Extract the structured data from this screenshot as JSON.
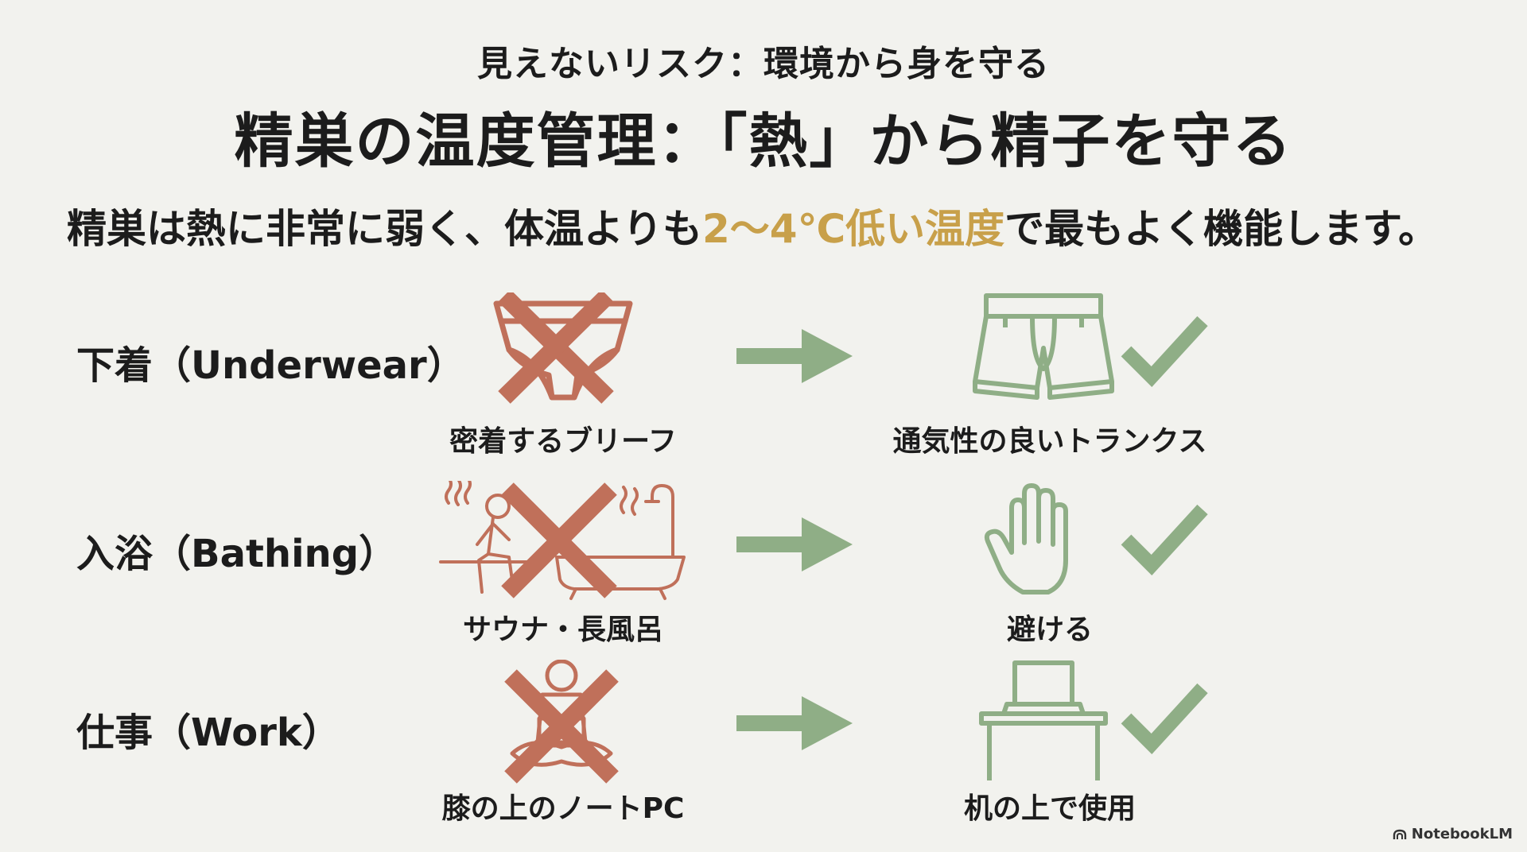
{
  "header": {
    "eyebrow": "見えないリスク：環境から身を守る",
    "title": "精巣の温度管理：「熱」から精子を守る"
  },
  "lead": {
    "before": "精巣は熱に非常に弱く、体温よりも",
    "highlight": "2〜4℃低い温度",
    "after": "で最もよく機能します。"
  },
  "rows": [
    {
      "label": "下着（Underwear）",
      "bad_caption": "密着するブリーフ",
      "bad_icon": "briefs-crossed-icon",
      "good_caption": "通気性の良いトランクス",
      "good_icon": "trunks-icon"
    },
    {
      "label": "入浴（Bathing）",
      "bad_caption": "サウナ・長風呂",
      "bad_icon": "sauna-bath-crossed-icon",
      "good_caption": "避ける",
      "good_icon": "stop-hand-icon"
    },
    {
      "label": "仕事（Work）",
      "bad_caption": "膝の上のノートPC",
      "bad_icon": "laptop-on-lap-crossed-icon",
      "good_caption": "机の上で使用",
      "good_icon": "laptop-on-desk-icon"
    }
  ],
  "colors": {
    "background": "#f2f2ee",
    "bad": "#c0705a",
    "good": "#8fae86",
    "highlight": "#c8a04a"
  },
  "brand": {
    "label": "NotebookLM"
  }
}
